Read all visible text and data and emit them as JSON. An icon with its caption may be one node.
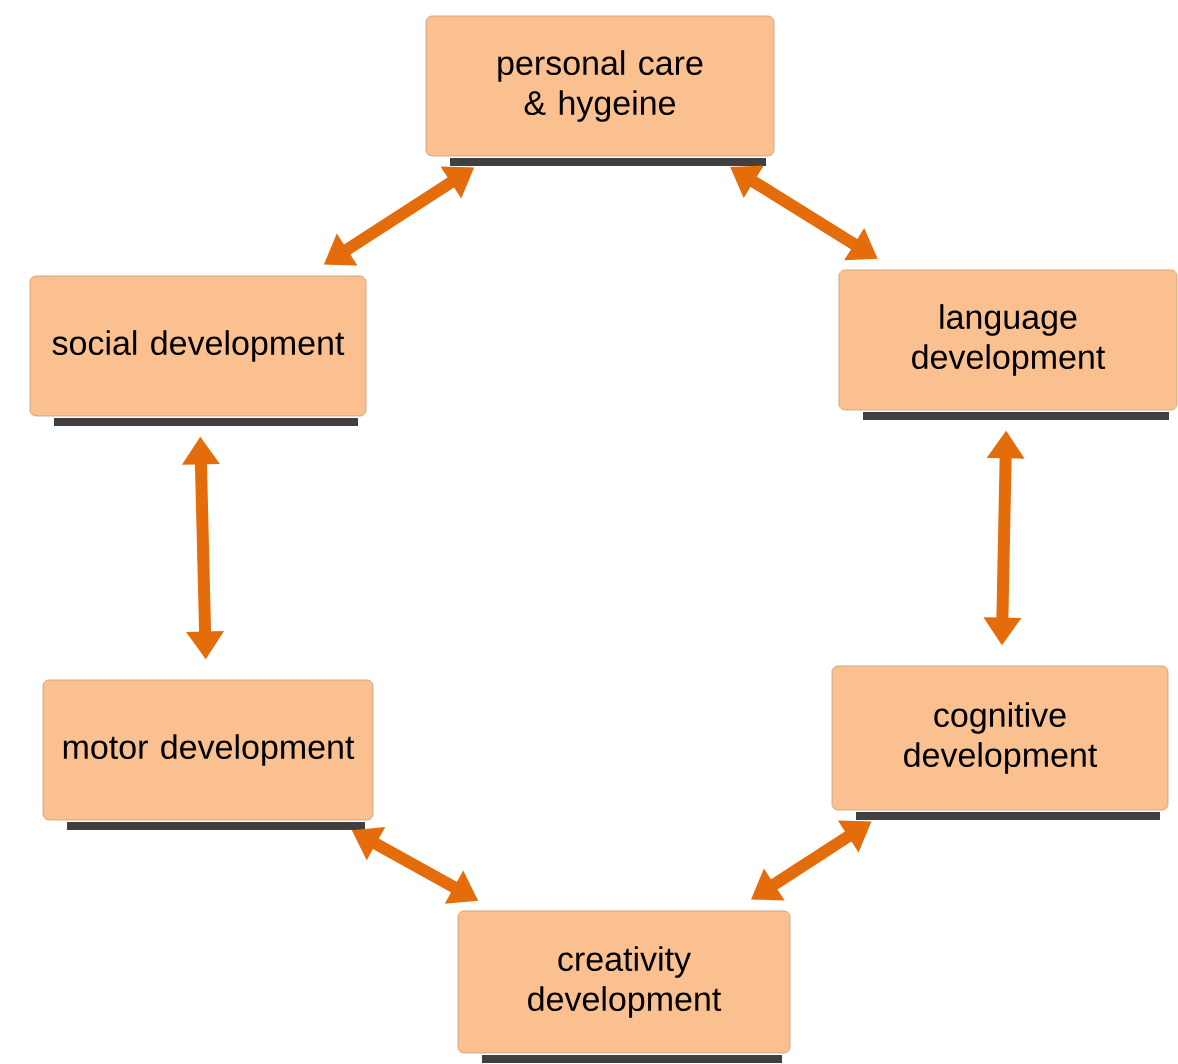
{
  "diagram": {
    "nodes": [
      {
        "text": [
          "personal care & hygeine"
        ]
      },
      {
        "text": [
          "language development"
        ]
      },
      {
        "text": [
          "cognitive development"
        ]
      },
      {
        "text": [
          "creativity development"
        ]
      },
      {
        "text": [
          "motor development"
        ]
      },
      {
        "text": [
          "social development"
        ]
      }
    ],
    "edges": [
      {
        "from": 0,
        "to": 1,
        "arrow": "both"
      },
      {
        "from": 1,
        "to": 2,
        "arrow": "both"
      },
      {
        "from": 2,
        "to": 3,
        "arrow": "both"
      },
      {
        "from": 3,
        "to": 4,
        "arrow": "both"
      },
      {
        "from": 4,
        "to": 5,
        "arrow": "both"
      },
      {
        "from": 5,
        "to": 0,
        "arrow": "both"
      }
    ]
  }
}
